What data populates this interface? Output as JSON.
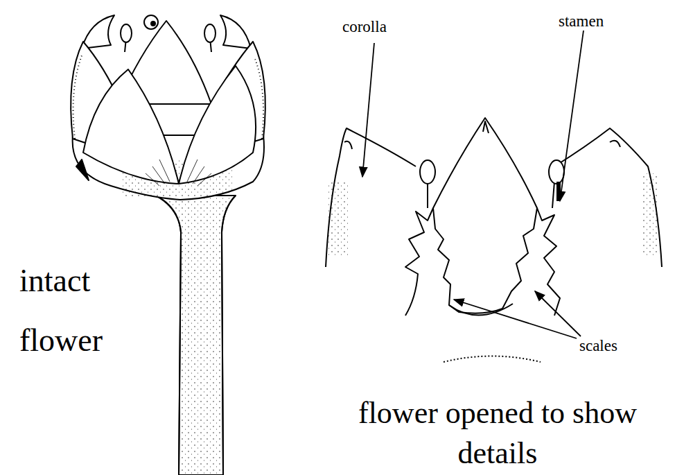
{
  "diagram": {
    "labels": [
      "corolla",
      "stamen",
      "scales",
      "intact flower",
      "flower opened to show details"
    ]
  }
}
